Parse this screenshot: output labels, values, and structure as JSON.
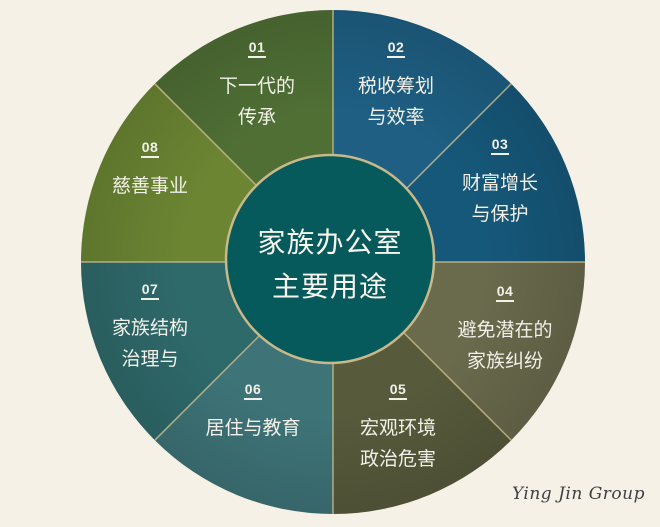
{
  "center": {
    "lines": [
      "家族办公室",
      "主要用途"
    ],
    "fill": "#075a5b",
    "ring_color": "#c9b98a"
  },
  "segments": [
    {
      "num": "01",
      "lines": [
        "下一代的",
        "传承"
      ],
      "color": "#4f6f35"
    },
    {
      "num": "02",
      "lines": [
        "税收筹划",
        "与效率"
      ],
      "color": "#1e5f83"
    },
    {
      "num": "03",
      "lines": [
        "财富增长",
        "与保护"
      ],
      "color": "#16587a"
    },
    {
      "num": "04",
      "lines": [
        "避免潜在的",
        "家族纠纷"
      ],
      "color": "#6a6a4d"
    },
    {
      "num": "05",
      "lines": [
        "宏观环境",
        "政治危害"
      ],
      "color": "#585a3c"
    },
    {
      "num": "06",
      "lines": [
        "居住与教育"
      ],
      "color": "#3e7478"
    },
    {
      "num": "07",
      "lines": [
        "家族结构",
        "治理与"
      ],
      "color": "#2f6a6b"
    },
    {
      "num": "08",
      "lines": [
        "慈善事业"
      ],
      "color": "#6b8533"
    }
  ],
  "divider_color": "#c8bb8a",
  "background": "#f5f1e6",
  "watermark": "Ying Jin Group"
}
